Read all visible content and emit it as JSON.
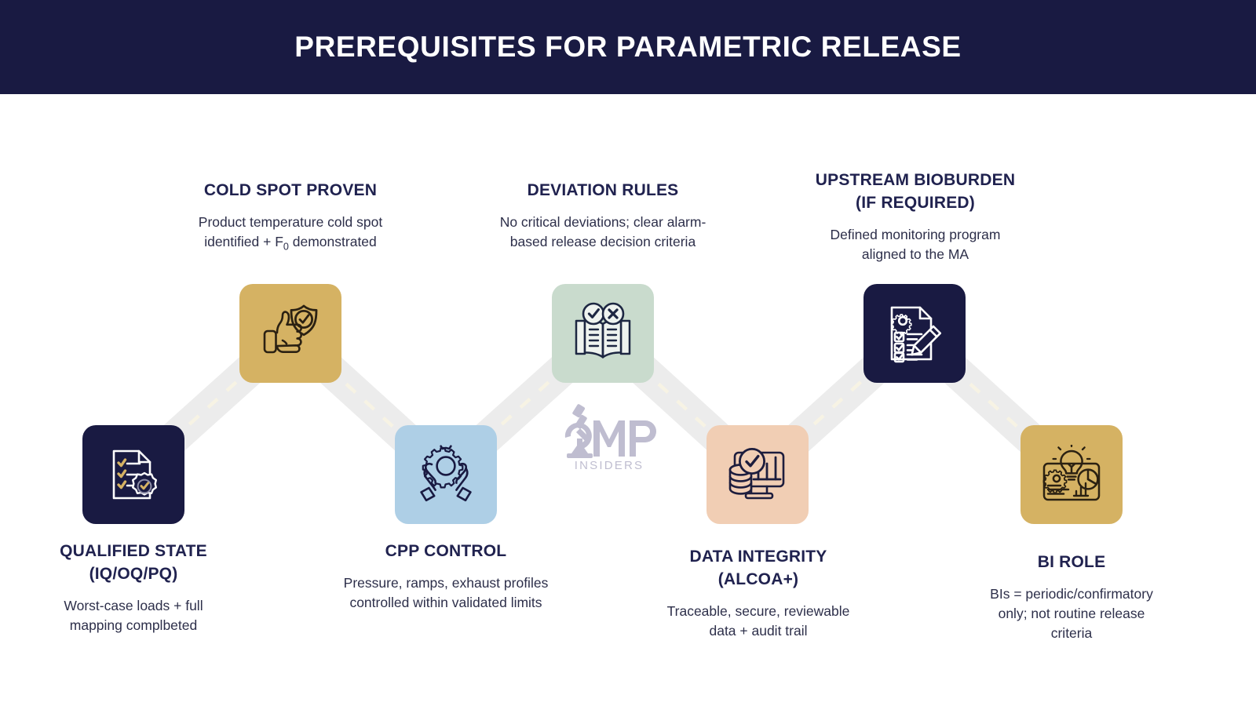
{
  "header": {
    "title": "PREREQUISITES FOR PARAMETRIC RELEASE",
    "bg_color": "#191a42",
    "text_color": "#ffffff"
  },
  "watermark": {
    "brand": "MP",
    "subtitle": "INSIDERS",
    "full_text": "GMP INSIDERS",
    "color": "#9896b4"
  },
  "palette": {
    "navy": "#191a42",
    "gold": "#d5b263",
    "light_blue": "#aecfe6",
    "sage": "#c9dbcd",
    "peach": "#f1ceb4",
    "road": "#ececec",
    "road_dash": "#f7f3e4",
    "title_text": "#20224f",
    "body_text": "#2d2f4a"
  },
  "steps": [
    {
      "id": "qualified-state",
      "title": "QUALIFIED STATE\n(IQ/OQ/PQ)",
      "title_line1": "QUALIFIED STATE",
      "title_line2": "(IQ/OQ/PQ)",
      "description": "Worst-case loads + full mapping complbeted",
      "desc_line1": "Worst-case loads + full",
      "desc_line2": "mapping complbeted",
      "icon": "checklist-certificate-icon",
      "tile_color": "#191a42",
      "row": "bottom",
      "order": 1
    },
    {
      "id": "cold-spot-proven",
      "title": "COLD SPOT PROVEN",
      "description": "Product temperature cold spot identified + F0 demonstrated",
      "desc_line1": "Product temperature cold spot",
      "desc_line2_pre": "identified + F",
      "desc_line2_sub": "0",
      "desc_line2_post": " demonstrated",
      "icon": "thumbs-up-shield-check-icon",
      "tile_color": "#d5b263",
      "row": "top",
      "order": 2
    },
    {
      "id": "cpp-control",
      "title": "CPP CONTROL",
      "description": "Pressure, ramps, exhaust profiles controlled within validated limits",
      "desc_line1": "Pressure, ramps, exhaust profiles",
      "desc_line2": "controlled within validated limits",
      "icon": "hands-holding-gear-icon",
      "tile_color": "#aecfe6",
      "row": "bottom",
      "order": 3
    },
    {
      "id": "deviation-rules",
      "title": "DEVIATION RULES",
      "description": "No critical deviations; clear alarm-based release decision criteria",
      "desc_line1": "No critical deviations; clear alarm-",
      "desc_line2": "based release decision criteria",
      "icon": "open-book-check-cross-icon",
      "tile_color": "#c9dbcd",
      "row": "top",
      "order": 4
    },
    {
      "id": "data-integrity",
      "title": "DATA INTEGRITY\n(ALCOA+)",
      "title_line1": "DATA INTEGRITY",
      "title_line2": "(ALCOA+)",
      "description": "Traceable, secure, reviewable data + audit trail",
      "desc_line1": "Traceable, secure, reviewable",
      "desc_line2": "data + audit trail",
      "icon": "monitor-database-chart-check-icon",
      "tile_color": "#f1ceb4",
      "row": "bottom",
      "order": 5
    },
    {
      "id": "upstream-bioburden",
      "title": "UPSTREAM BIOBURDEN\n(IF REQUIRED)",
      "title_line1": "UPSTREAM BIOBURDEN",
      "title_line2": "(IF REQUIRED)",
      "description": "Defined monitoring program aligned to the MA",
      "desc_line1": "Defined monitoring program",
      "desc_line2": "aligned to the MA",
      "icon": "document-gear-pencil-icon",
      "tile_color": "#191a42",
      "row": "top",
      "order": 6
    },
    {
      "id": "bi-role",
      "title": "BI ROLE",
      "description": "BIs = periodic/confirmatory only; not routine release criteria",
      "desc_line1": "BIs = periodic/confirmatory",
      "desc_line2": "only; not routine release",
      "desc_line3": "criteria",
      "icon": "dashboard-lightbulb-charts-icon",
      "tile_color": "#d5b263",
      "row": "bottom",
      "order": 7
    }
  ]
}
